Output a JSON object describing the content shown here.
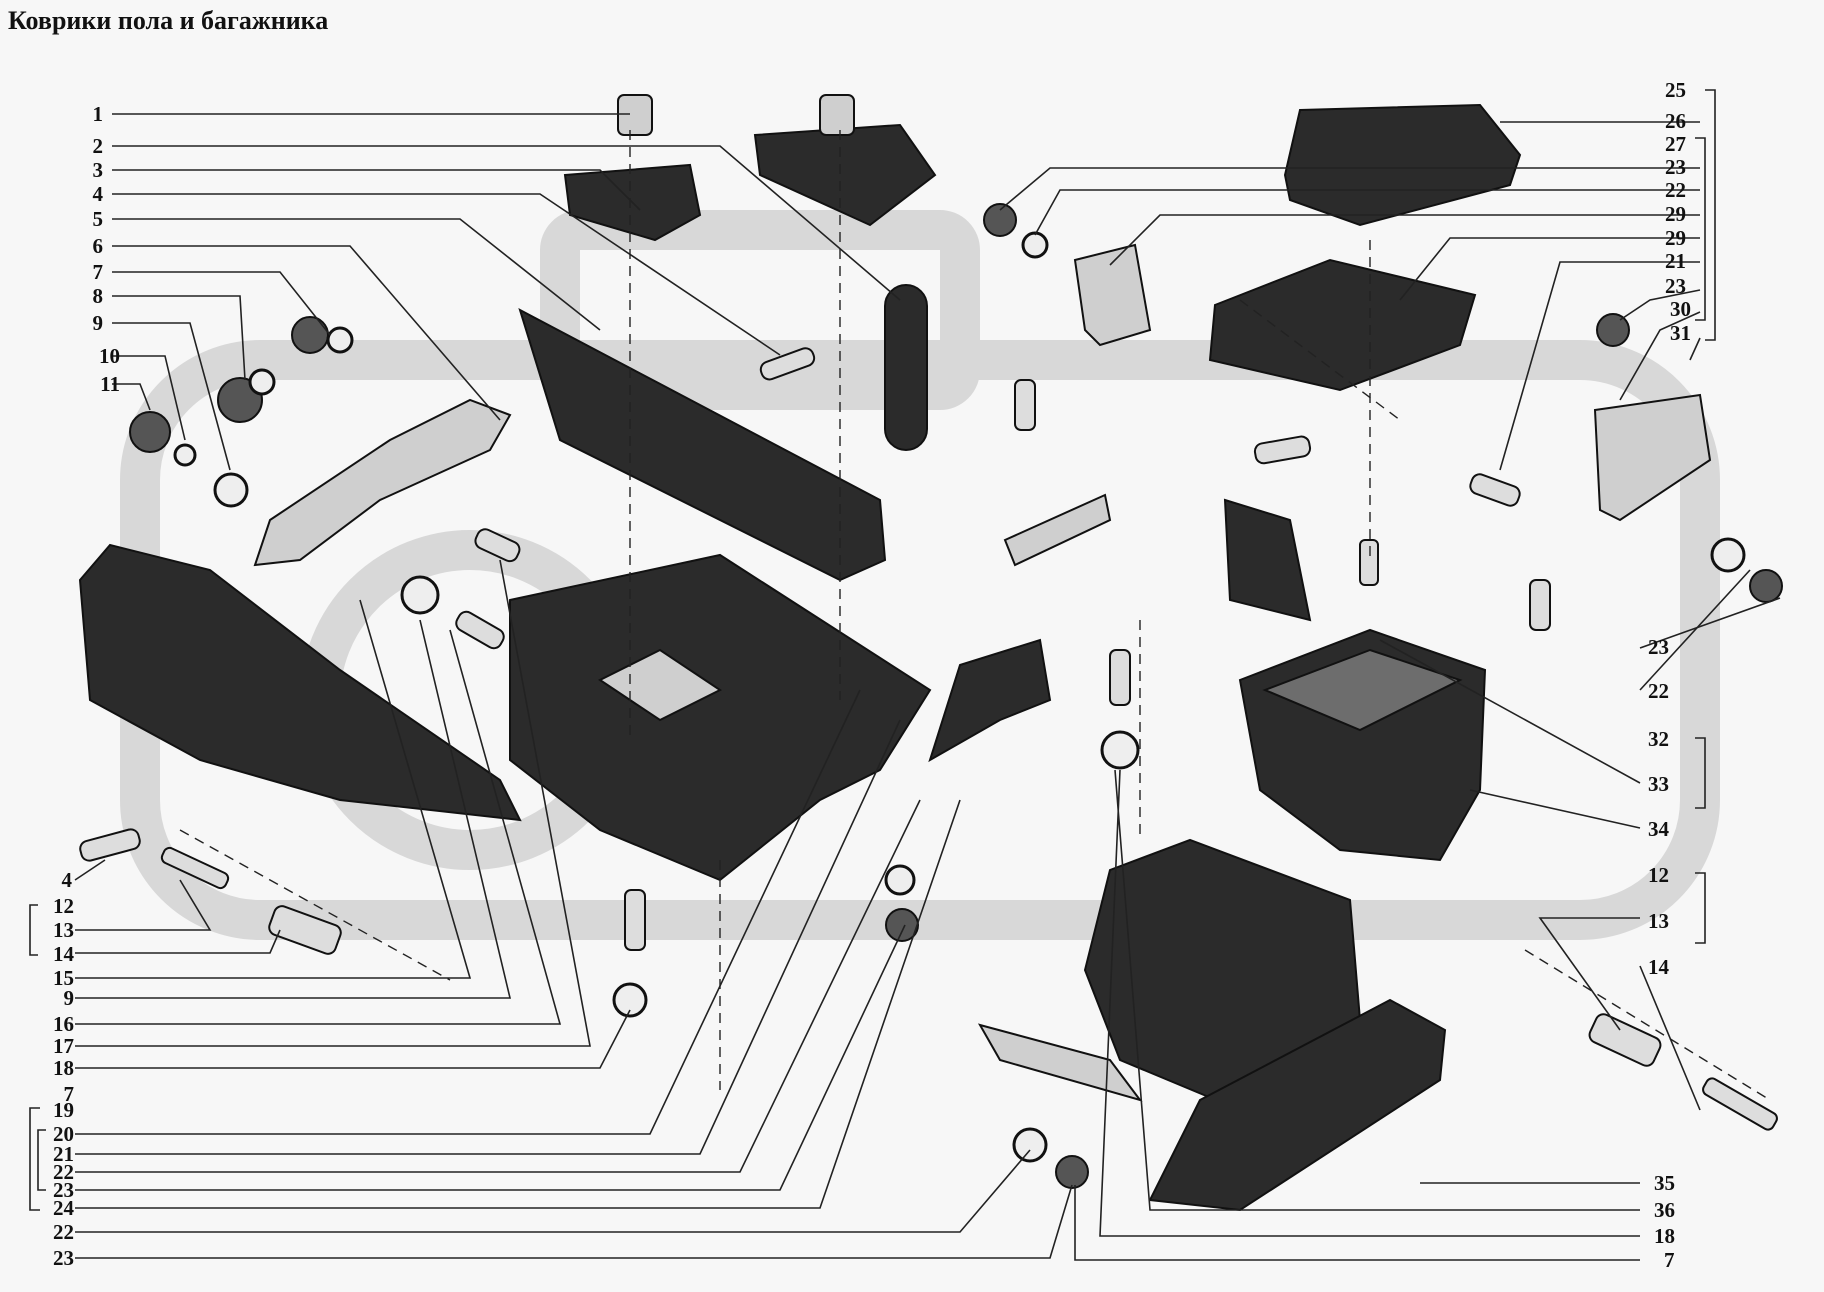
{
  "title": "Коврики пола и багажника",
  "labels": {
    "right_top": [
      "25",
      "26",
      "27",
      "23",
      "22",
      "29",
      "29",
      "21",
      "23",
      "30",
      "31"
    ],
    "left_top": [
      "1",
      "2",
      "3",
      "4",
      "5",
      "6",
      "7",
      "8",
      "9",
      "10",
      "11"
    ],
    "right_mid": [
      "23",
      "22",
      "32",
      "33",
      "34"
    ],
    "right_low": [
      "12",
      "13",
      "14"
    ],
    "left_low": [
      "4",
      "12",
      "13",
      "14",
      "15",
      "9",
      "16",
      "17",
      "18",
      "7",
      "19",
      "20",
      "21",
      "22",
      "23",
      "24",
      "22",
      "23"
    ],
    "right_bottom": [
      "35",
      "36",
      "18",
      "7"
    ]
  }
}
